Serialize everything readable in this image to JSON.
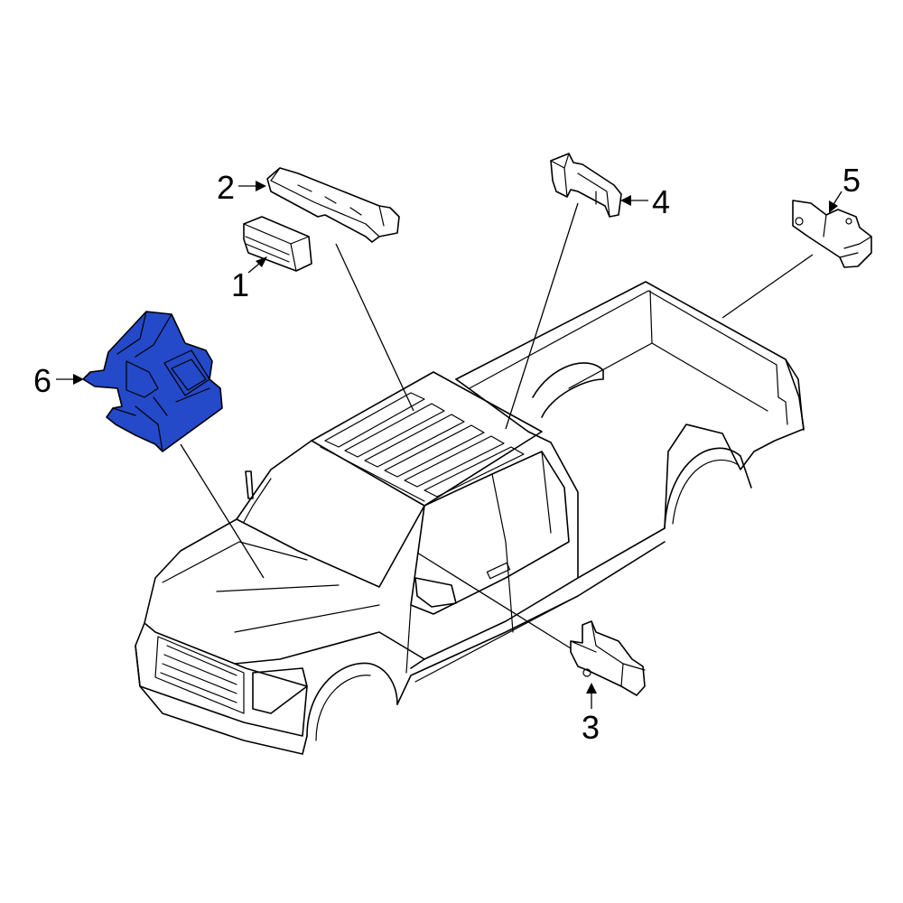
{
  "diagram": {
    "highlight_color": "#2449c9",
    "callouts": [
      {
        "id": "1",
        "label": "1"
      },
      {
        "id": "2",
        "label": "2"
      },
      {
        "id": "3",
        "label": "3"
      },
      {
        "id": "4",
        "label": "4"
      },
      {
        "id": "5",
        "label": "5"
      },
      {
        "id": "6",
        "label": "6"
      }
    ]
  }
}
